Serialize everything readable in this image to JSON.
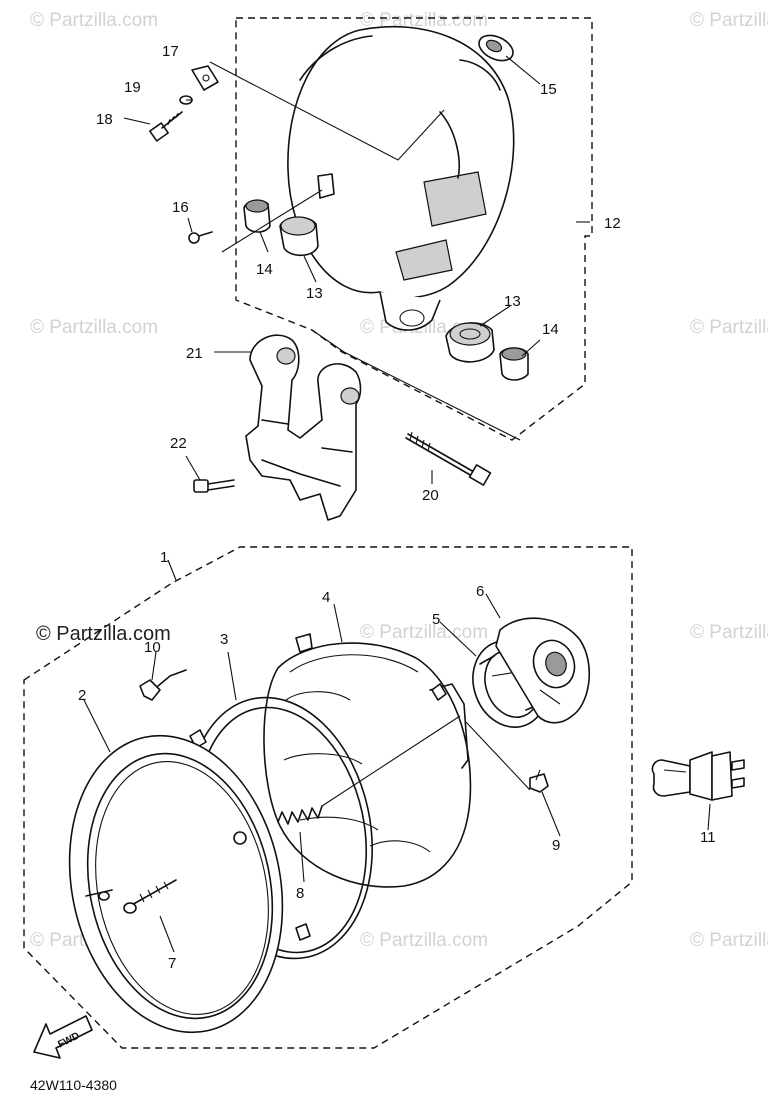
{
  "diagram": {
    "code": "42W110-4380",
    "front_label": "FWD",
    "watermark": "© Partzilla.com",
    "callouts": [
      {
        "id": "c1",
        "label": "1"
      },
      {
        "id": "c2",
        "label": "2"
      },
      {
        "id": "c3",
        "label": "3"
      },
      {
        "id": "c4",
        "label": "4"
      },
      {
        "id": "c5",
        "label": "5"
      },
      {
        "id": "c6",
        "label": "6"
      },
      {
        "id": "c7",
        "label": "7"
      },
      {
        "id": "c8",
        "label": "8"
      },
      {
        "id": "c9",
        "label": "9"
      },
      {
        "id": "c10",
        "label": "10"
      },
      {
        "id": "c11",
        "label": "11"
      },
      {
        "id": "c12",
        "label": "12"
      },
      {
        "id": "c13a",
        "label": "13"
      },
      {
        "id": "c13b",
        "label": "13"
      },
      {
        "id": "c14a",
        "label": "14"
      },
      {
        "id": "c14b",
        "label": "14"
      },
      {
        "id": "c15",
        "label": "15"
      },
      {
        "id": "c16",
        "label": "16"
      },
      {
        "id": "c17",
        "label": "17"
      },
      {
        "id": "c18",
        "label": "18"
      },
      {
        "id": "c19",
        "label": "19"
      },
      {
        "id": "c20",
        "label": "20"
      },
      {
        "id": "c21",
        "label": "21"
      },
      {
        "id": "c22",
        "label": "22"
      }
    ]
  }
}
